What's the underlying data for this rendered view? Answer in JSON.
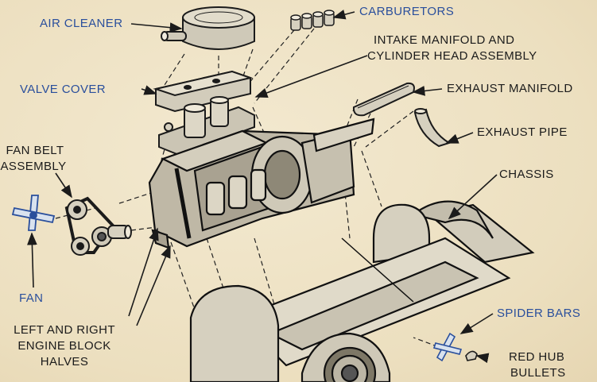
{
  "colors": {
    "paper": "#efe3c6",
    "ink": "#1b1b1b",
    "blue_ink": "#2a4f9c",
    "part_gray": "#c8c2b2"
  },
  "labels": {
    "air_cleaner": "AIR CLEANER",
    "carburetors": "CARBURETORS",
    "intake_1": "INTAKE MANIFOLD AND",
    "intake_2": "CYLINDER HEAD ASSEMBLY",
    "valve_cover": "VALVE COVER",
    "exhaust_manifold": "EXHAUST MANIFOLD",
    "exhaust_pipe": "EXHAUST PIPE",
    "fan_belt_1": "FAN BELT",
    "fan_belt_2": "ASSEMBLY",
    "chassis": "CHASSIS",
    "fan": "FAN",
    "block_1": "LEFT AND RIGHT",
    "block_2": "ENGINE BLOCK",
    "block_3": "HALVES",
    "spider_bars": "SPIDER BARS",
    "red_hub_1": "RED HUB",
    "red_hub_2": "BULLETS"
  }
}
